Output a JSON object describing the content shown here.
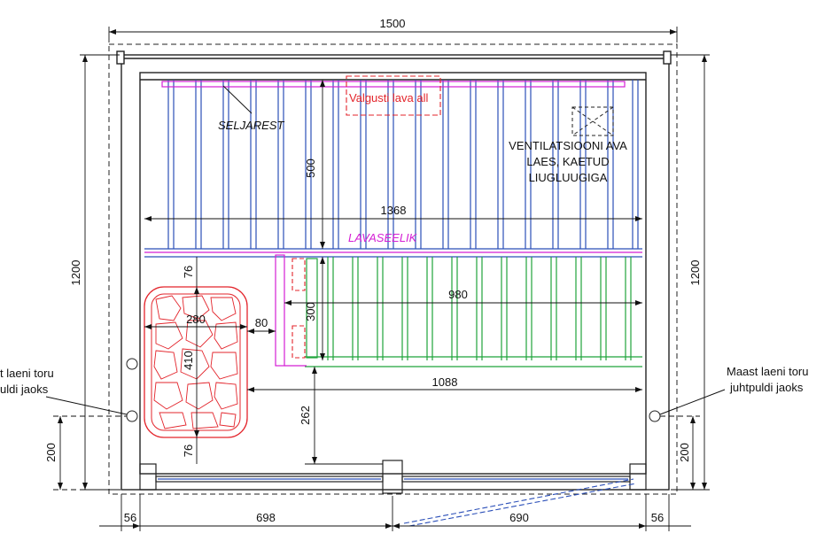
{
  "dimensions": {
    "overall_width": "1500",
    "overall_height_left": "1200",
    "overall_height_right": "1200",
    "bench_span": "1368",
    "backrest_height": "500",
    "lower_bench_span": "980",
    "lower_bench_depth": "300",
    "heater_top_gap": "76",
    "heater_width": "280",
    "heater_side_gap": "80",
    "heater_height": "410",
    "heater_bottom_gap": "76",
    "floor_span": "1088",
    "floor_depth": "262",
    "pipe_height_left": "200",
    "pipe_height_right": "200",
    "wall_left": "56",
    "door_left": "698",
    "door_right": "690",
    "wall_right": "56"
  },
  "labels": {
    "seljarest": "SELJAREST",
    "valgusti": "Valgusti lava all",
    "ventilation_line1": "VENTILATSIOONI AVA",
    "ventilation_line2": "LAES, KAETUD",
    "ventilation_line3": "LIUGLUUGIGA",
    "lavaseelik": "LAVASEELIK",
    "pipe_left_line1": "t laeni toru",
    "pipe_left_line2": "uldi jaoks",
    "pipe_right_line1": "Maast laeni toru",
    "pipe_right_line2": "juhtpuldi jaoks"
  },
  "colors": {
    "upper_slats": "#2b4fb8",
    "lower_slats": "#1fa43a",
    "heater_stones": "#e3242b",
    "skirt": "#d41fd4",
    "dimensions": "#111111"
  }
}
